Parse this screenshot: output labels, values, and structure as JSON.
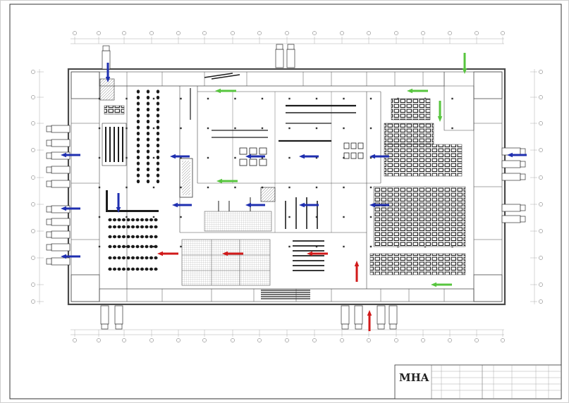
{
  "title_block": {
    "logo_text": "MHA",
    "logo_subtext": "",
    "cells": [
      "",
      "",
      "",
      "",
      "",
      "",
      "",
      "",
      "",
      "",
      "",
      "",
      "",
      ""
    ]
  },
  "legend_colors": {
    "green_arrow": "#57c53e",
    "blue_arrow": "#1f2fb0",
    "red_arrow": "#d11a1a",
    "wall": "#4a4a4a",
    "equipment": "#1c1c1c",
    "guide_line": "#8a8a8a"
  },
  "arrows": {
    "green": [
      {
        "direction": "left"
      },
      {
        "direction": "left"
      },
      {
        "direction": "down"
      },
      {
        "direction": "down"
      },
      {
        "direction": "left"
      },
      {
        "direction": "left"
      }
    ],
    "blue": [
      {
        "direction": "down"
      },
      {
        "direction": "down"
      },
      {
        "direction": "left"
      },
      {
        "direction": "left"
      },
      {
        "direction": "left"
      },
      {
        "direction": "left"
      },
      {
        "direction": "left"
      },
      {
        "direction": "left"
      },
      {
        "direction": "left"
      },
      {
        "direction": "left"
      },
      {
        "direction": "left"
      },
      {
        "direction": "left"
      },
      {
        "direction": "left"
      },
      {
        "direction": "left"
      }
    ],
    "red": [
      {
        "direction": "left"
      },
      {
        "direction": "left"
      },
      {
        "direction": "left"
      },
      {
        "direction": "up"
      },
      {
        "direction": "up"
      }
    ]
  }
}
